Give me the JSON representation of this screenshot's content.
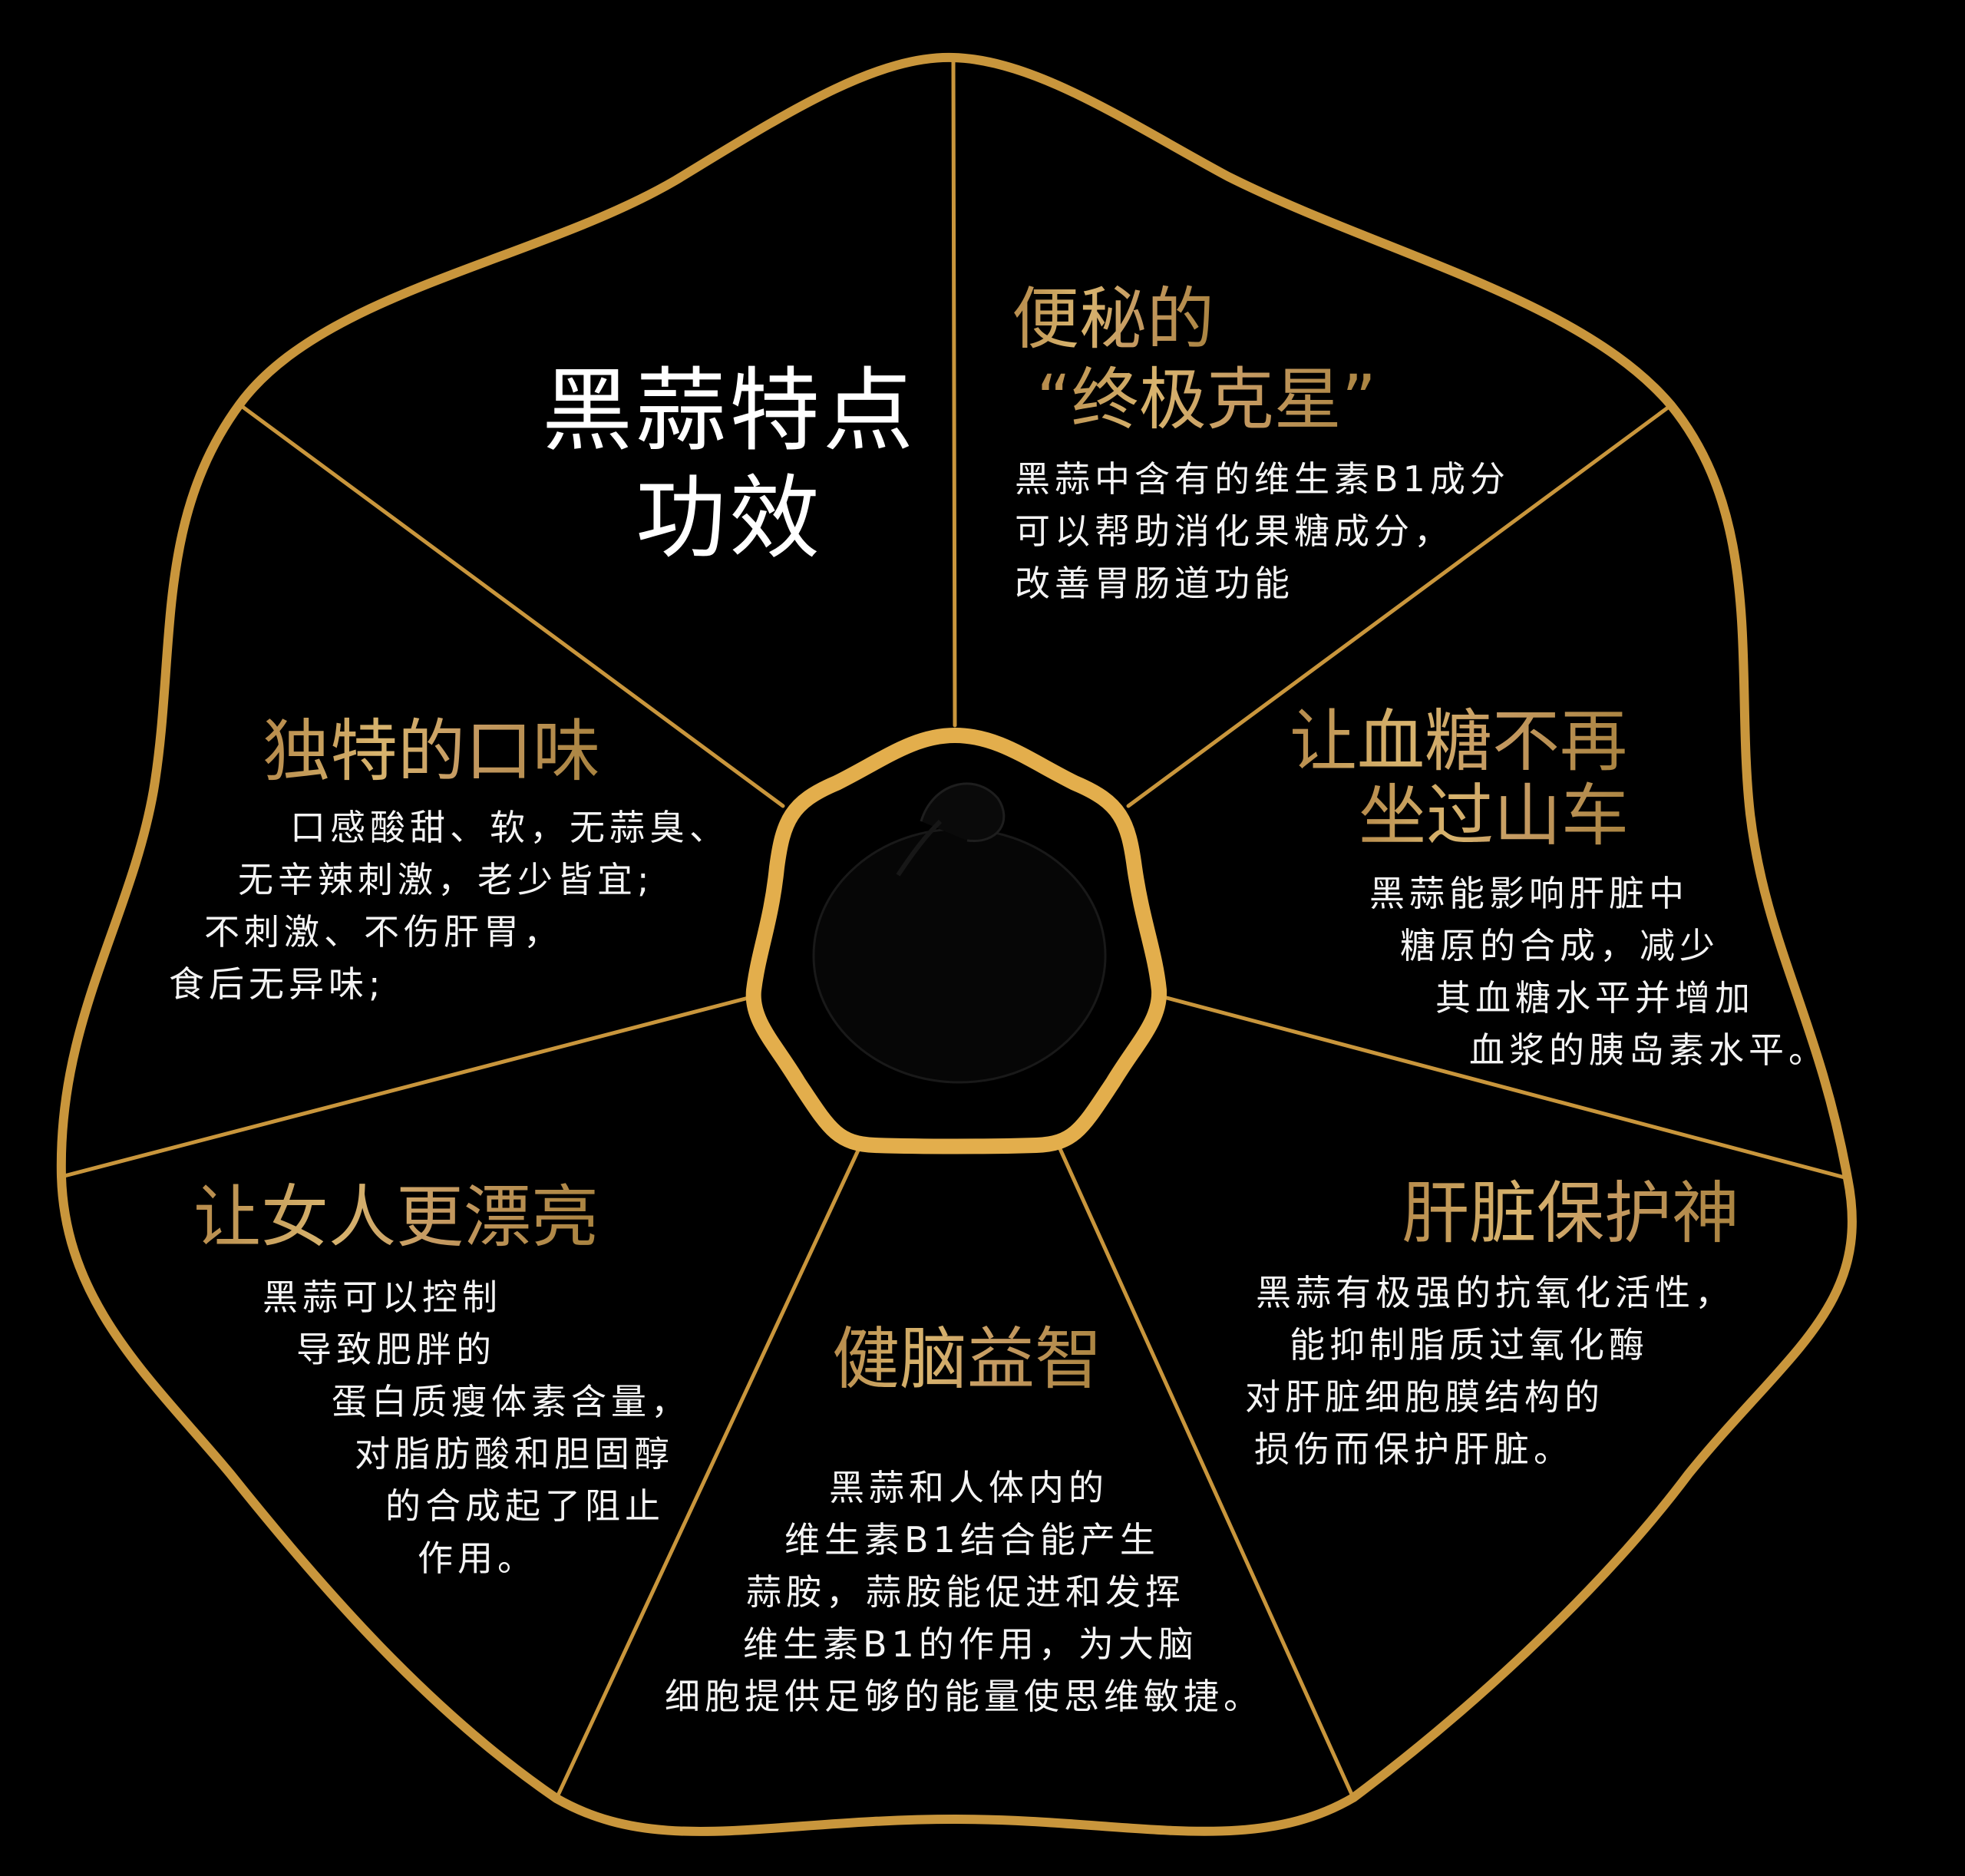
{
  "colors": {
    "background": "#000000",
    "outline_gold": "#C9963C",
    "hub_gold": "#E3AE4C",
    "heading_gold": "#C9A25E",
    "body_text": "#F4F4F4",
    "title_text": "#FFFFFF"
  },
  "title": {
    "line1": "黑蒜特点",
    "line2": "功效"
  },
  "center": {
    "icon": "black-garlic-icon"
  },
  "segments": [
    {
      "id": "constipation",
      "heading": [
        "便秘的",
        "“终极克星”"
      ],
      "body": [
        "黑蒜中含有的维生素B1成分",
        "可以帮助消化果糖成分，",
        "改善胃肠道功能"
      ]
    },
    {
      "id": "blood-sugar",
      "heading": [
        "让血糖不再",
        "坐过山车"
      ],
      "body": [
        "黑蒜能影响肝脏中",
        "糖原的合成，减少",
        "其血糖水平并增加",
        "血浆的胰岛素水平。"
      ]
    },
    {
      "id": "liver",
      "heading": [
        "肝脏保护神"
      ],
      "body": [
        "黑蒜有极强的抗氧化活性，",
        "能抑制脂质过氧化酶",
        "对肝脏细胞膜结构的",
        "损伤而保护肝脏。"
      ]
    },
    {
      "id": "brain",
      "heading": [
        "健脑益智"
      ],
      "body": [
        "黑蒜和人体内的",
        "维生素B1结合能产生",
        "蒜胺，蒜胺能促进和发挥",
        "维生素B1的作用，为大脑",
        "细胞提供足够的能量使思维敏捷。"
      ]
    },
    {
      "id": "beauty",
      "heading": [
        "让女人更漂亮"
      ],
      "body": [
        "黑蒜可以控制",
        "导致肥胖的",
        "蛋白质瘦体素含量，",
        "对脂肪酸和胆固醇",
        "的合成起了阻止",
        "作用。"
      ]
    },
    {
      "id": "taste",
      "heading": [
        "独特的口味"
      ],
      "body": [
        "口感酸甜、软，无蒜臭、",
        "无辛辣刺激，老少皆宜;",
        "不刺激、不伤肝胃，",
        "食后无异味;"
      ]
    }
  ]
}
